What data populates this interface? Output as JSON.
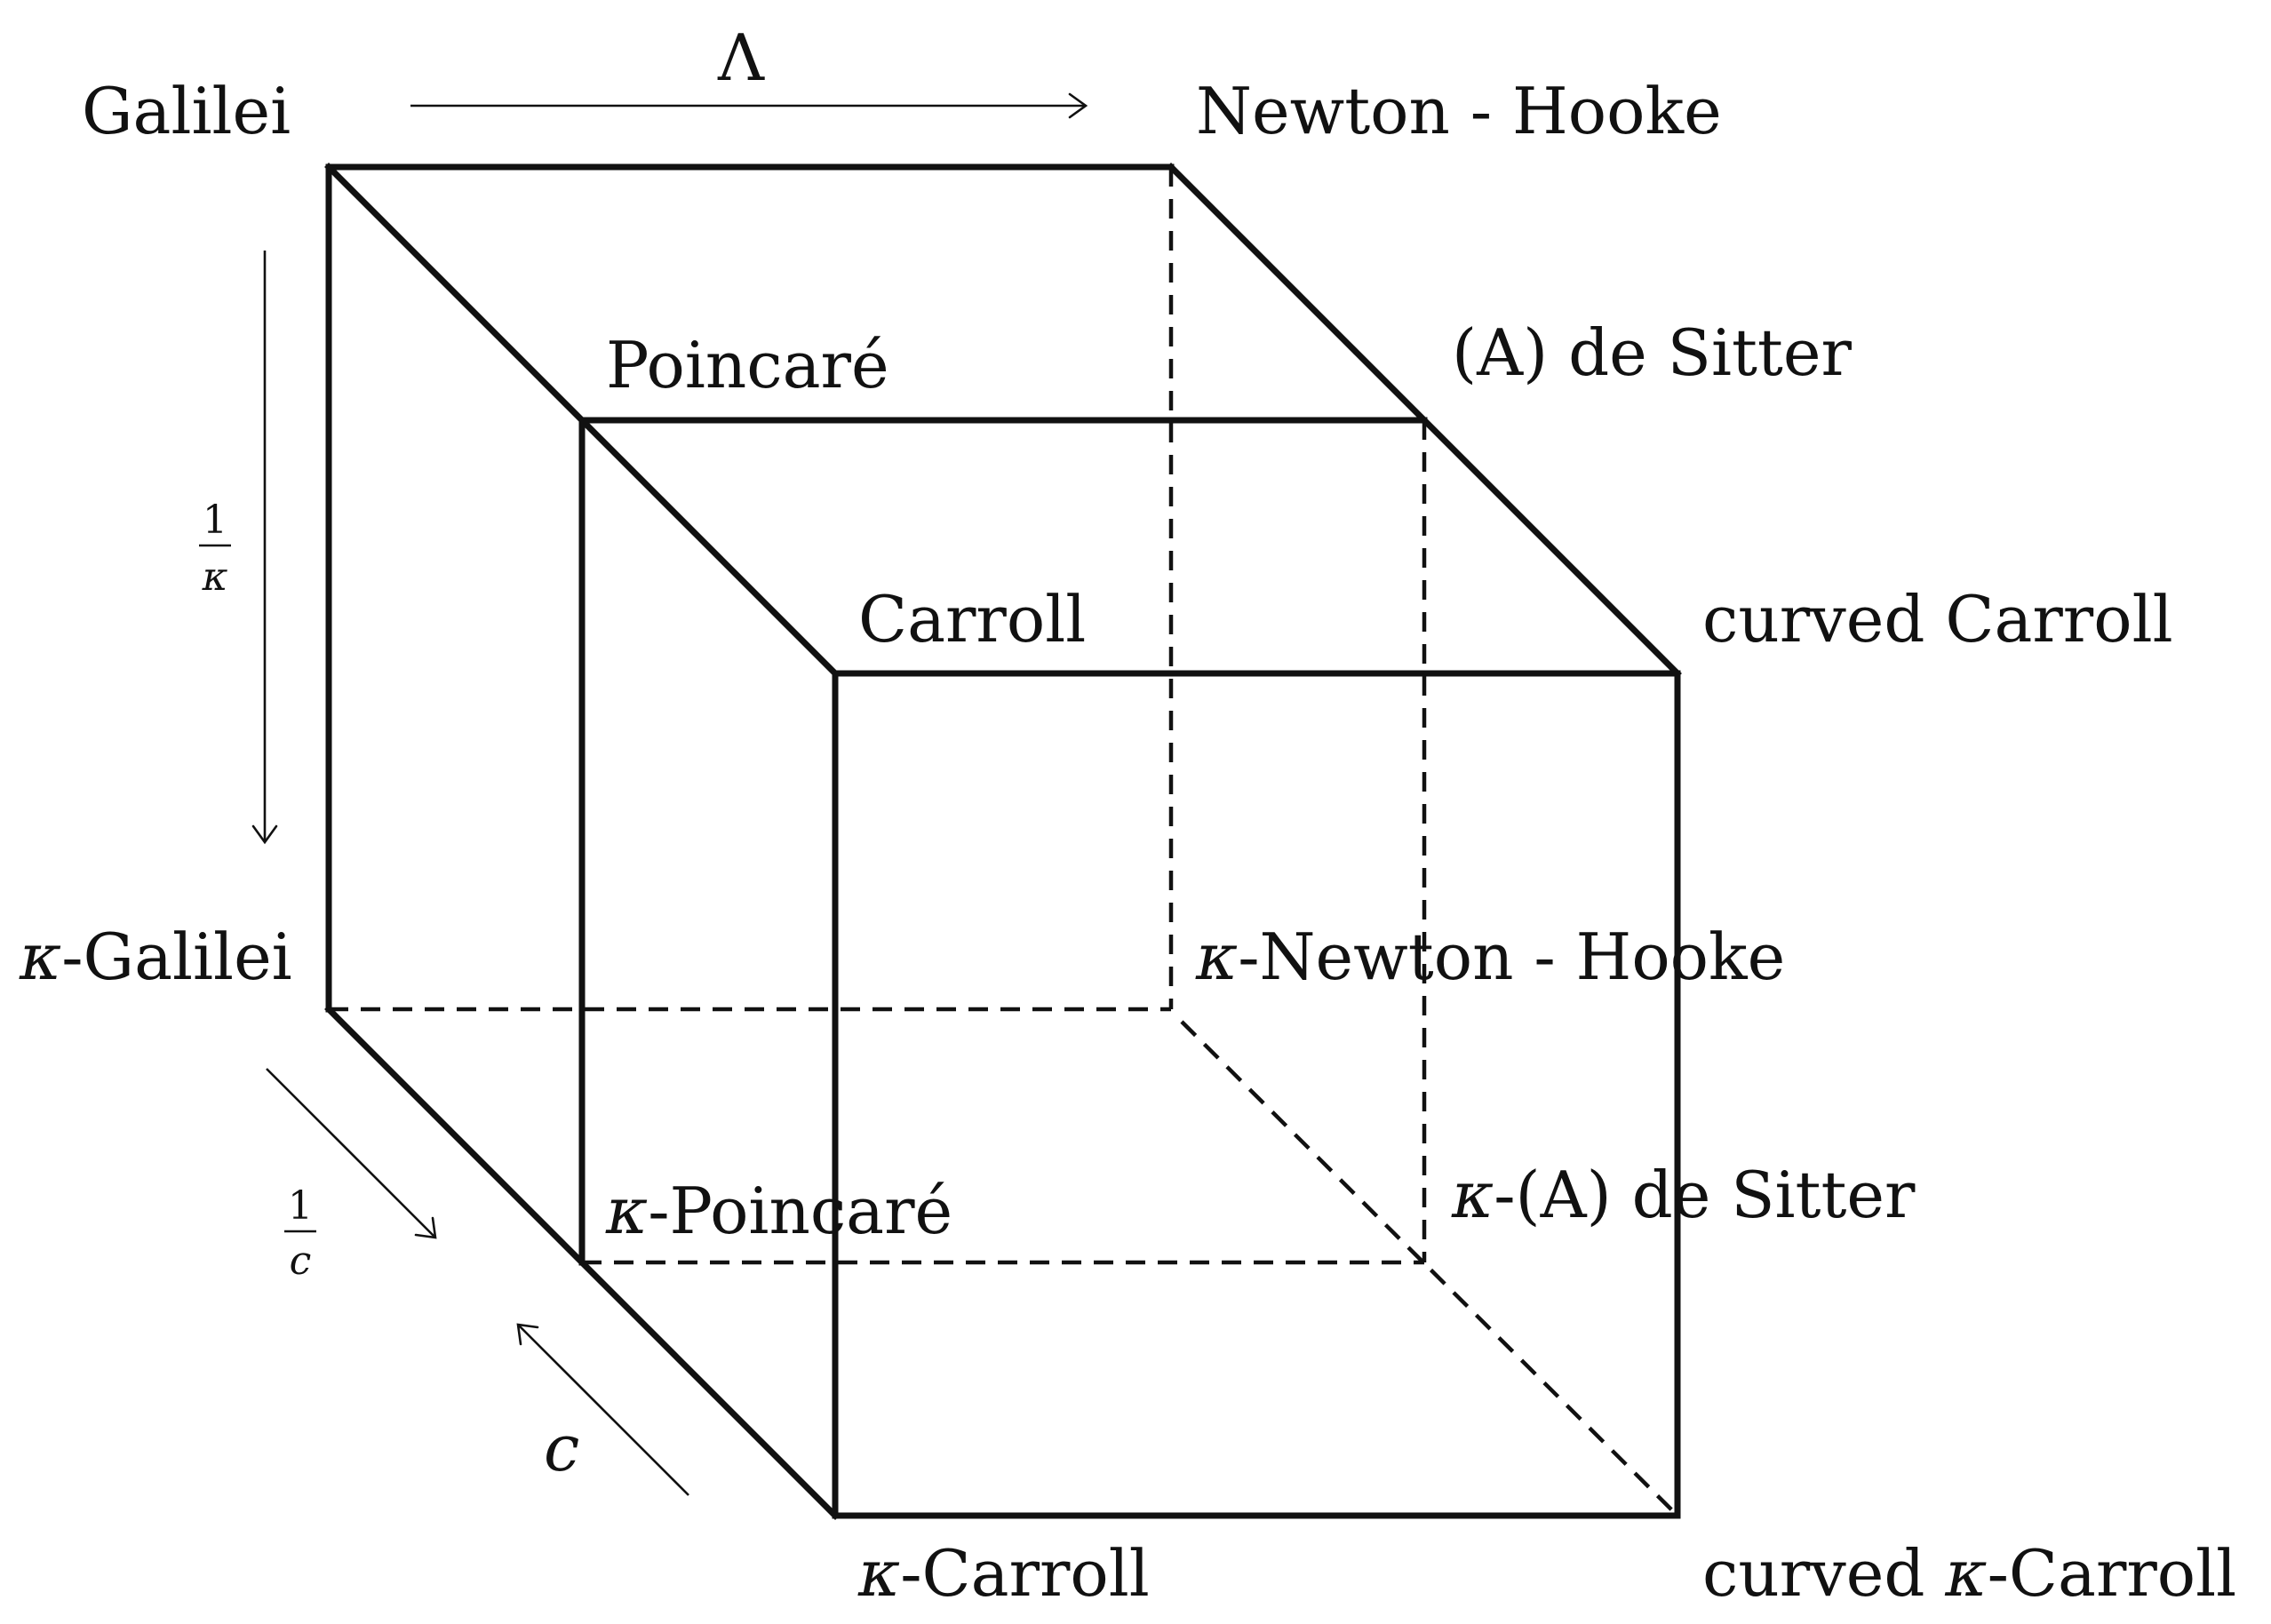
{
  "nodes": {
    "galilei": "Galilei",
    "newton_hooke": "Newton - Hooke",
    "poincare": "Poincaré",
    "a_de_sitter": "(A) de Sitter",
    "carroll": "Carroll",
    "curved_carroll": "curved Carroll",
    "k_galilei": "-Galilei",
    "k_newton_hooke": "-Newton - Hooke",
    "k_poincare": "-Poincaré",
    "k_a_de_sitter": "-(A) de Sitter",
    "k_carroll": "-Carroll",
    "curved_k_carroll_prefix": "curved ",
    "curved_k_carroll_suffix": "-Carroll"
  },
  "symbols": {
    "kappa": "κ",
    "lambda": "Λ",
    "c": "c",
    "one": "1"
  }
}
